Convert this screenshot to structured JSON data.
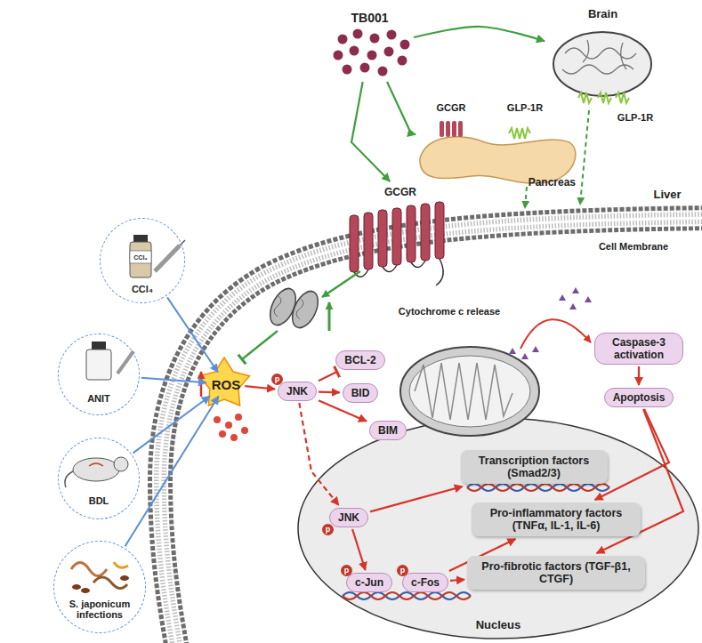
{
  "diagram": {
    "nodes": [
      {
        "text": [
          "TB001"
        ]
      },
      {
        "text": [
          "Brain"
        ]
      },
      {
        "text": [
          "Pancreas"
        ]
      },
      {
        "text": [
          "GCGR"
        ]
      },
      {
        "text": [
          "CCl₄"
        ]
      },
      {
        "text": [
          "ANIT"
        ]
      },
      {
        "text": [
          "BDL"
        ]
      },
      {
        "text": [
          "S. japonicum infections"
        ]
      },
      {
        "text": [
          "ROS"
        ]
      },
      {
        "text": [
          "JNK",
          "p"
        ]
      },
      {
        "text": [
          "BCL-2"
        ]
      },
      {
        "text": [
          "BID"
        ]
      },
      {
        "text": [
          "BIM"
        ]
      },
      {
        "text": [
          "Caspase-3 activation"
        ]
      },
      {
        "text": [
          "Apoptosis"
        ]
      },
      {
        "text": [
          "Nucleus"
        ]
      },
      {
        "text": [
          "JNK",
          "p"
        ],
        "in": 15
      },
      {
        "text": [
          "Transcription factors (Smad2/3)"
        ],
        "in": 15
      },
      {
        "text": [
          "Pro-inflammatory factors (TNFα, IL-1, IL-6)"
        ],
        "in": 15
      },
      {
        "text": [
          "c-Jun",
          "p"
        ],
        "in": 15
      },
      {
        "text": [
          "c-Fos",
          "p"
        ],
        "in": 15
      },
      {
        "text": [
          "Pro-fibrotic factors (TGF-β1, CTGF)"
        ],
        "in": 15
      }
    ],
    "edges": [
      {
        "from": 0,
        "to": 1,
        "arrow": "to"
      },
      {
        "from": 0,
        "to": 2,
        "arrow": "to"
      },
      {
        "from": 0,
        "to": 3,
        "arrow": "to"
      },
      {
        "from": 4,
        "to": 8,
        "arrow": "to"
      },
      {
        "from": 5,
        "to": 8,
        "arrow": "to"
      },
      {
        "from": 6,
        "to": 8,
        "arrow": "to"
      },
      {
        "from": 7,
        "to": 8,
        "arrow": "to"
      },
      {
        "from": 8,
        "to": 9,
        "arrow": "to"
      },
      {
        "from": 9,
        "to": 10,
        "arrow": "to"
      },
      {
        "from": 9,
        "to": 11,
        "arrow": "to"
      },
      {
        "from": 9,
        "to": 12,
        "arrow": "to"
      },
      {
        "from": 9,
        "to": 16,
        "arrow": "to"
      },
      {
        "from": 13,
        "to": 14,
        "arrow": "to"
      },
      {
        "from": 14,
        "to": 18,
        "arrow": "to"
      },
      {
        "from": 14,
        "to": 21,
        "arrow": "to"
      },
      {
        "from": 16,
        "to": 17,
        "arrow": "to"
      },
      {
        "from": 16,
        "to": 19,
        "arrow": "to"
      },
      {
        "from": 20,
        "to": 18,
        "arrow": "to"
      },
      {
        "from": 20,
        "to": 21,
        "arrow": "to"
      }
    ],
    "labels": [
      "GCGR",
      "GLP-1R",
      "GLP-1R",
      "Liver",
      "Cell Membrane",
      "Cytochrome c release",
      "CCl₄"
    ]
  }
}
